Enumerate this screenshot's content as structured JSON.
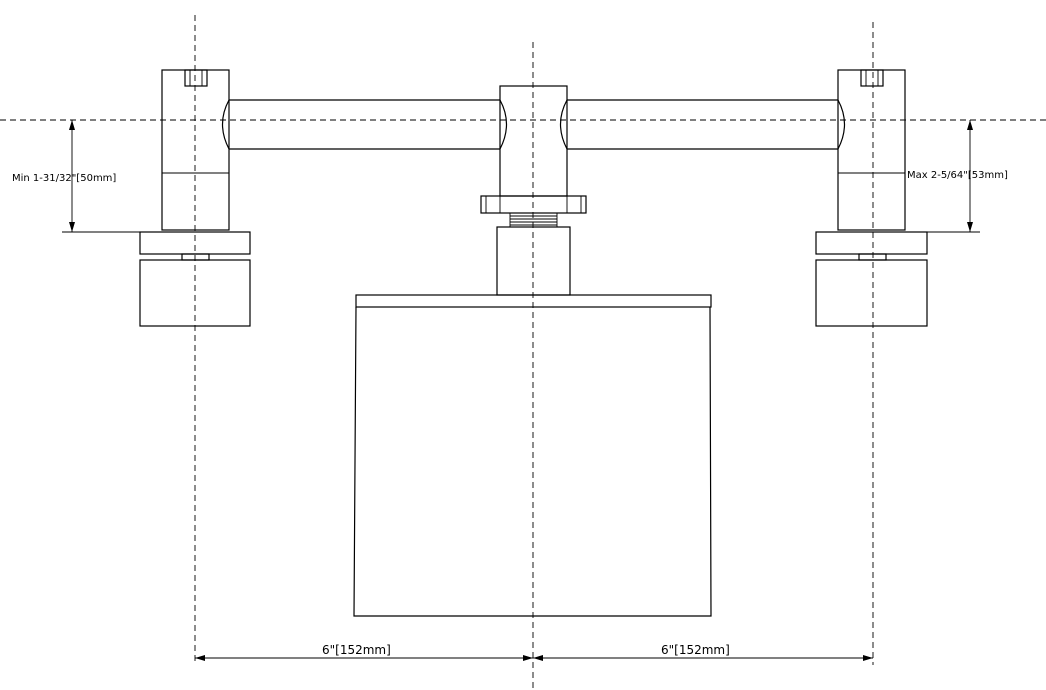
{
  "dimensions": {
    "min_depth": "Min 1-31/32\"[50mm]",
    "max_depth": "Max 2-5/64\"[53mm]",
    "left_spacing": "6\"[152mm]",
    "right_spacing": "6\"[152mm]"
  },
  "colors": {
    "line": "#000000",
    "background": "#ffffff"
  }
}
